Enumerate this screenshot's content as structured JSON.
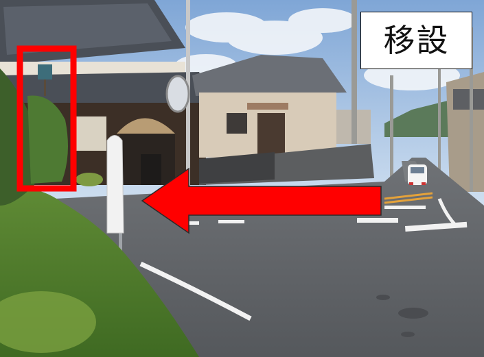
{
  "caption": {
    "text": "移設"
  },
  "annotations": {
    "highlight_color": "#ff0000",
    "arrow_color": "#ff0000",
    "arrow_direction": "left"
  },
  "scene": {
    "description_icon": "street-photo"
  }
}
